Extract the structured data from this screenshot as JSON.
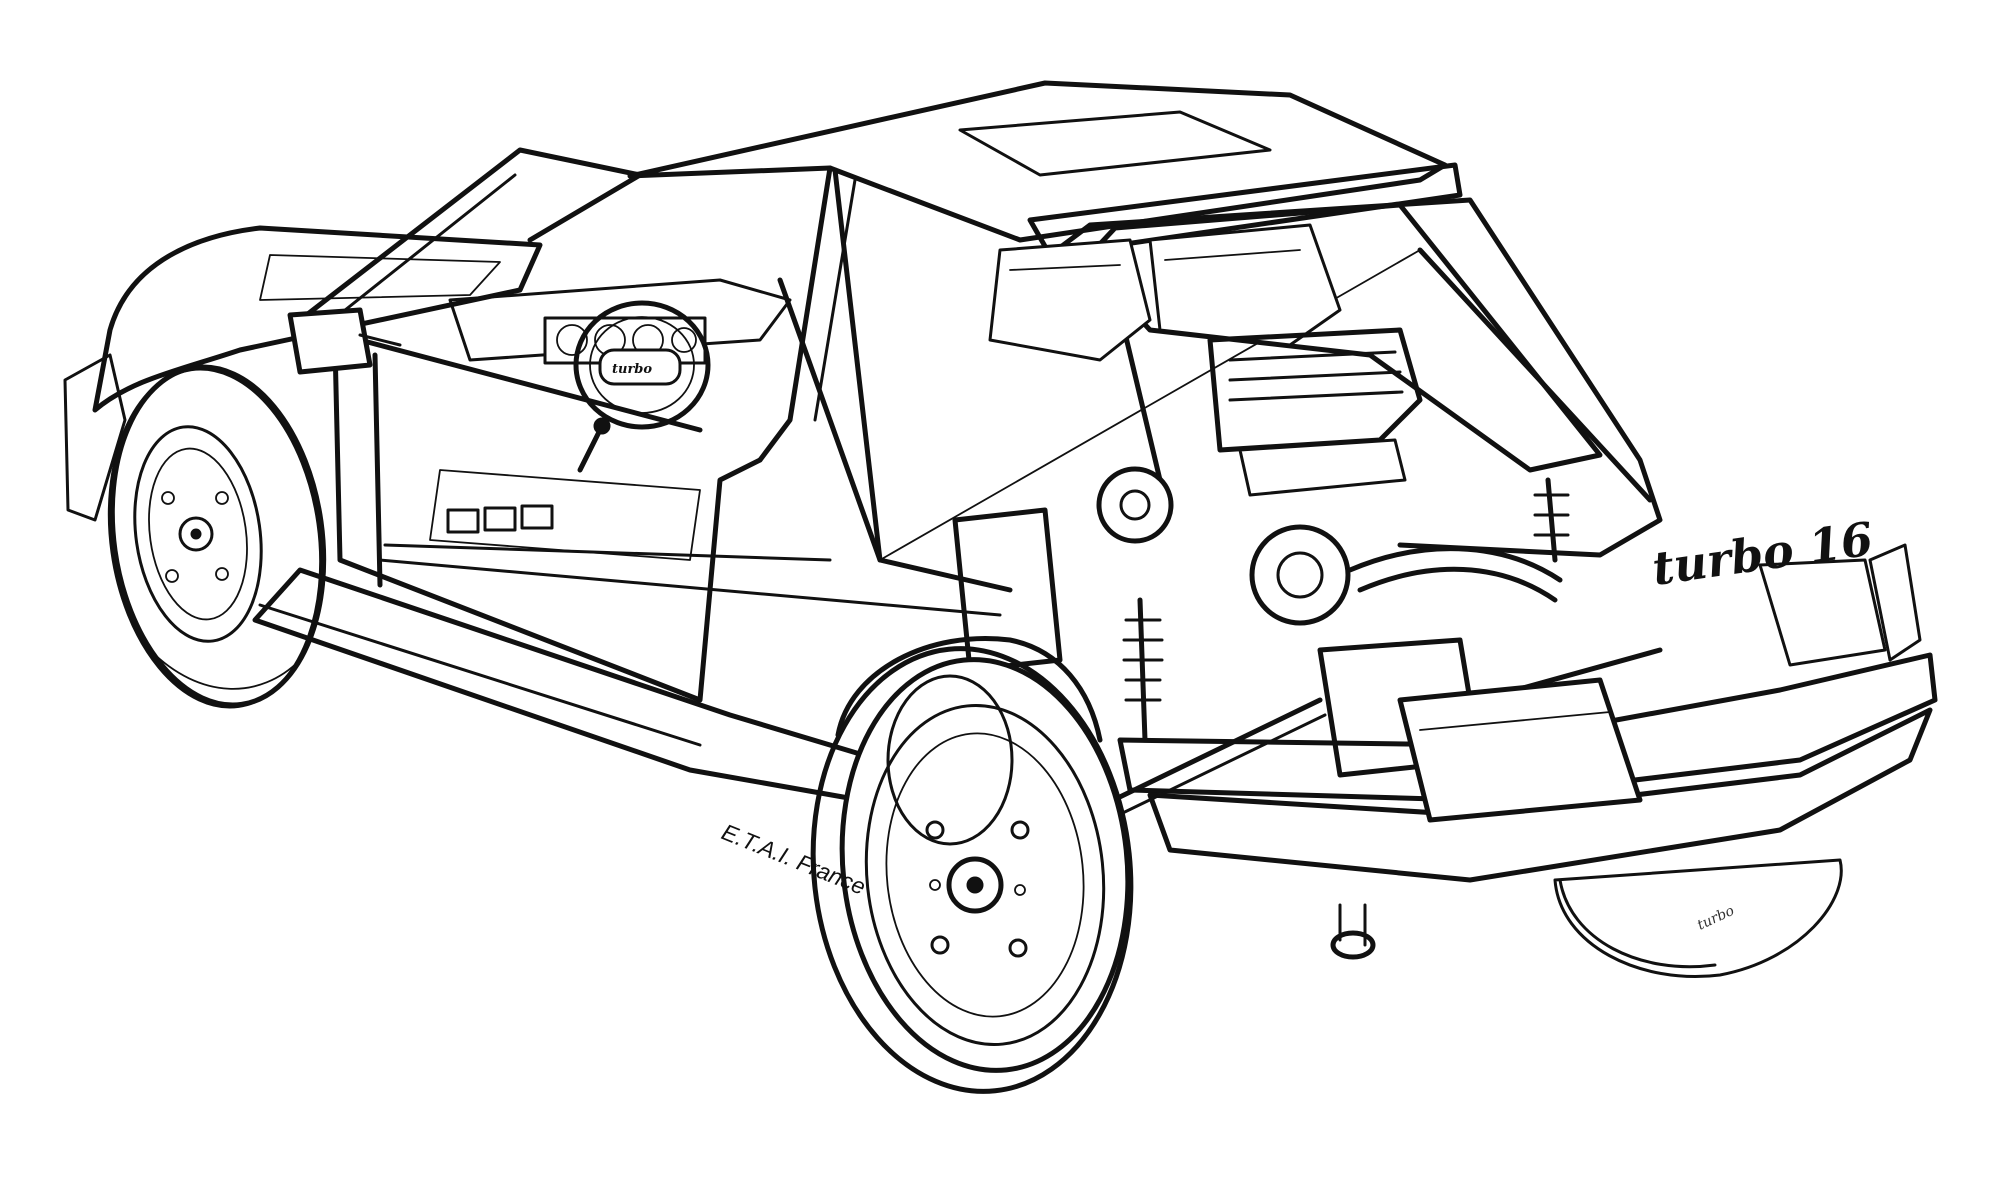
{
  "illustration": {
    "rear_badge": "turbo 16",
    "credit": "E.T.A.I. France",
    "steering_hub_badge": "turbo",
    "rear_tyre_sidewall": "turbo"
  },
  "colors": {
    "ink": "#111111",
    "paper": "#ffffff",
    "halftone": "#9a9a9a"
  }
}
